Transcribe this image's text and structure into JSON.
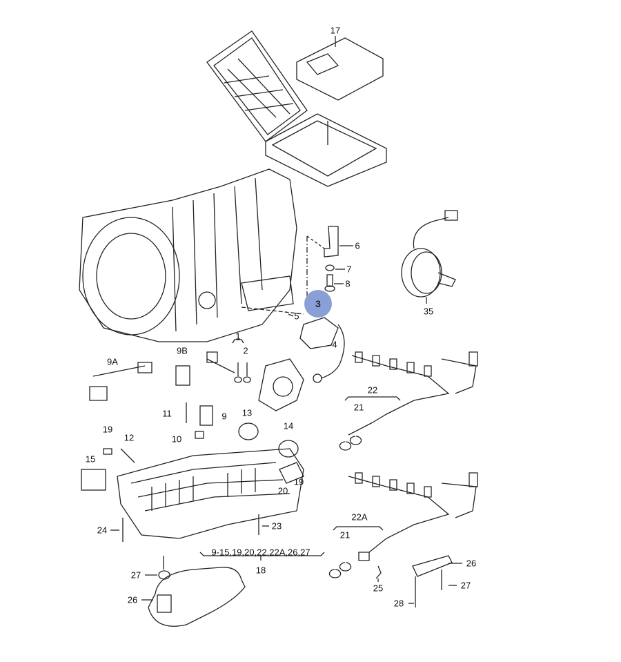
{
  "diagram": {
    "highlight_color": "#8a9fd6",
    "highlighted_part": "3",
    "callouts": {
      "p17": "17",
      "p6": "6",
      "p7": "7",
      "p8": "8",
      "p3": "3",
      "p5": "5",
      "p4": "4",
      "p35": "35",
      "p1": "1",
      "p2": "2",
      "p9a": "9A",
      "p9b": "9B",
      "p22": "22",
      "p21a": "21",
      "p11": "11",
      "p9": "9",
      "p10": "10",
      "p13": "13",
      "p14": "14",
      "p19a": "19",
      "p12": "12",
      "p15": "15",
      "p20": "20",
      "p19b": "19",
      "p24": "24",
      "p23": "23",
      "group18": "9-15,19,20,22,22A,26,27",
      "p18": "18",
      "p27a": "27",
      "p26a": "26",
      "p22a": "22A",
      "p21b": "21",
      "p25": "25",
      "p26b": "26",
      "p27b": "27",
      "p28": "28"
    }
  }
}
